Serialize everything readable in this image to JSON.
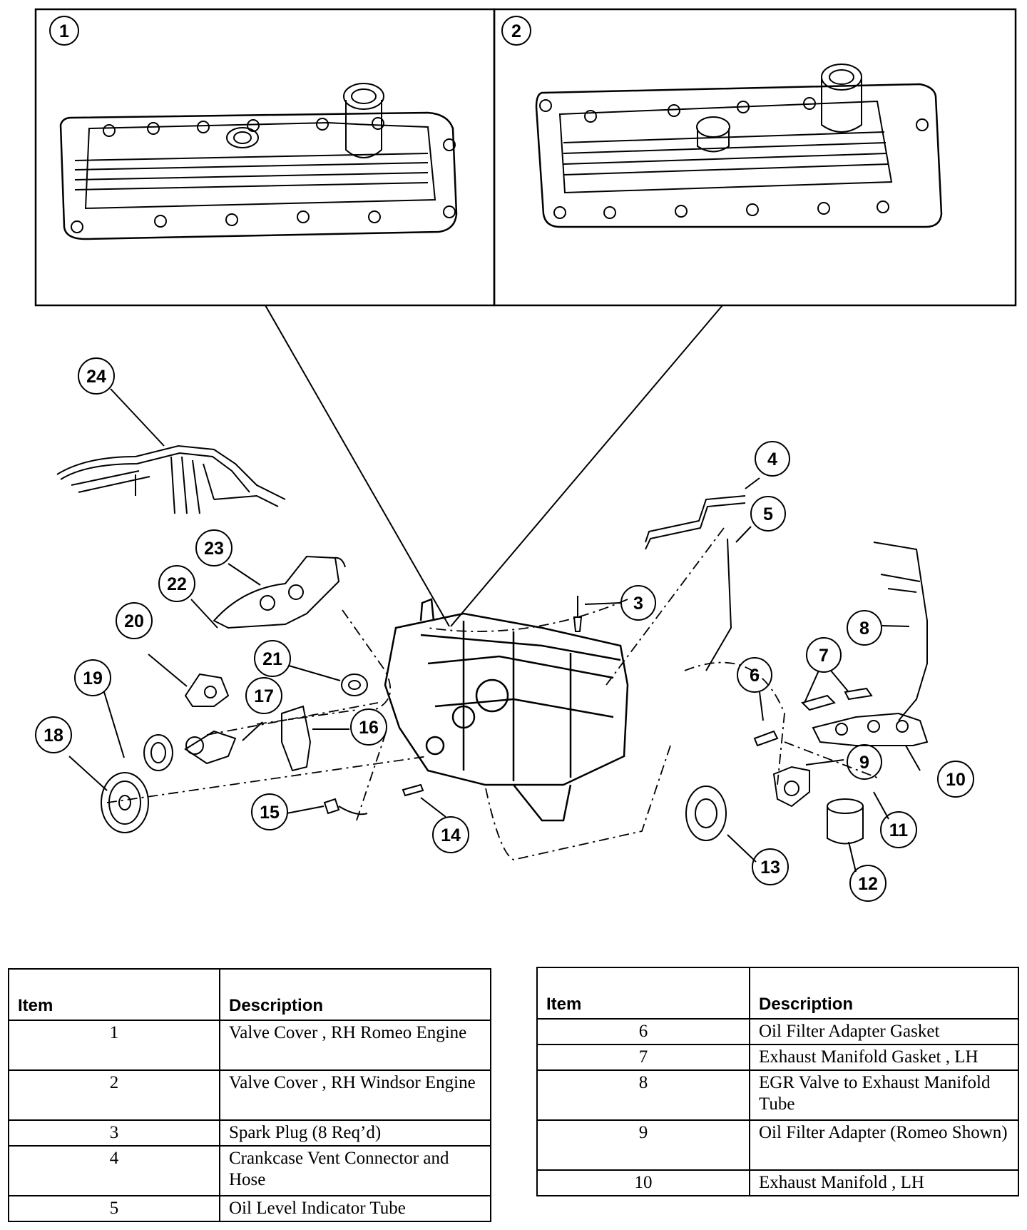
{
  "detail_labels": [
    "1",
    "2"
  ],
  "callouts": [
    "3",
    "4",
    "5",
    "6",
    "7",
    "8",
    "9",
    "10",
    "11",
    "12",
    "13",
    "14",
    "15",
    "16",
    "17",
    "18",
    "19",
    "20",
    "21",
    "22",
    "23",
    "24"
  ],
  "tables": {
    "left": {
      "headers": {
        "item": "Item",
        "description": "Description"
      },
      "rows": [
        {
          "item": "1",
          "description": "Valve Cover , RH Romeo Engine"
        },
        {
          "item": "2",
          "description": "Valve Cover , RH Windsor Engine"
        },
        {
          "item": "3",
          "description": "Spark Plug  (8 Req’d)"
        },
        {
          "item": "4",
          "description": "Crankcase Vent Connector and Hose"
        },
        {
          "item": "5",
          "description": "Oil Level Indicator Tube"
        }
      ]
    },
    "right": {
      "headers": {
        "item": "Item",
        "description": "Description"
      },
      "rows": [
        {
          "item": "6",
          "description": "Oil Filter Adapter Gasket"
        },
        {
          "item": "7",
          "description": "Exhaust Manifold Gasket , LH"
        },
        {
          "item": "8",
          "description": "EGR Valve to Exhaust Manifold Tube"
        },
        {
          "item": "9",
          "description": "Oil Filter Adapter  (Romeo Shown)"
        },
        {
          "item": "10",
          "description": "Exhaust Manifold , LH"
        }
      ]
    }
  }
}
